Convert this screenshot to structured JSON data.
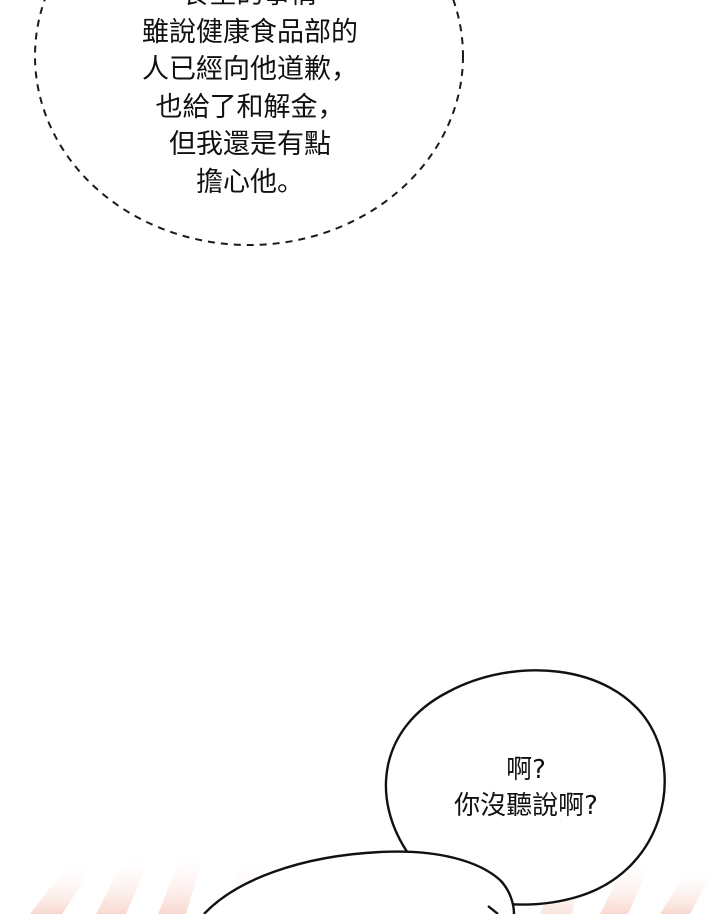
{
  "thought_bubble": {
    "lines": [
      "食堂的事情",
      "雖說健康食品部的",
      "人已經向他道歉，",
      "也給了和解金，",
      "但我還是有點",
      "擔心他。"
    ]
  },
  "speech_bubble": {
    "lines": [
      "啊?",
      "你沒聽說啊?"
    ]
  },
  "colors": {
    "background": "#ffffff",
    "text": "#111111",
    "bubble_outline": "#1a1a1a",
    "glow_accent": "#f3b9a9"
  }
}
